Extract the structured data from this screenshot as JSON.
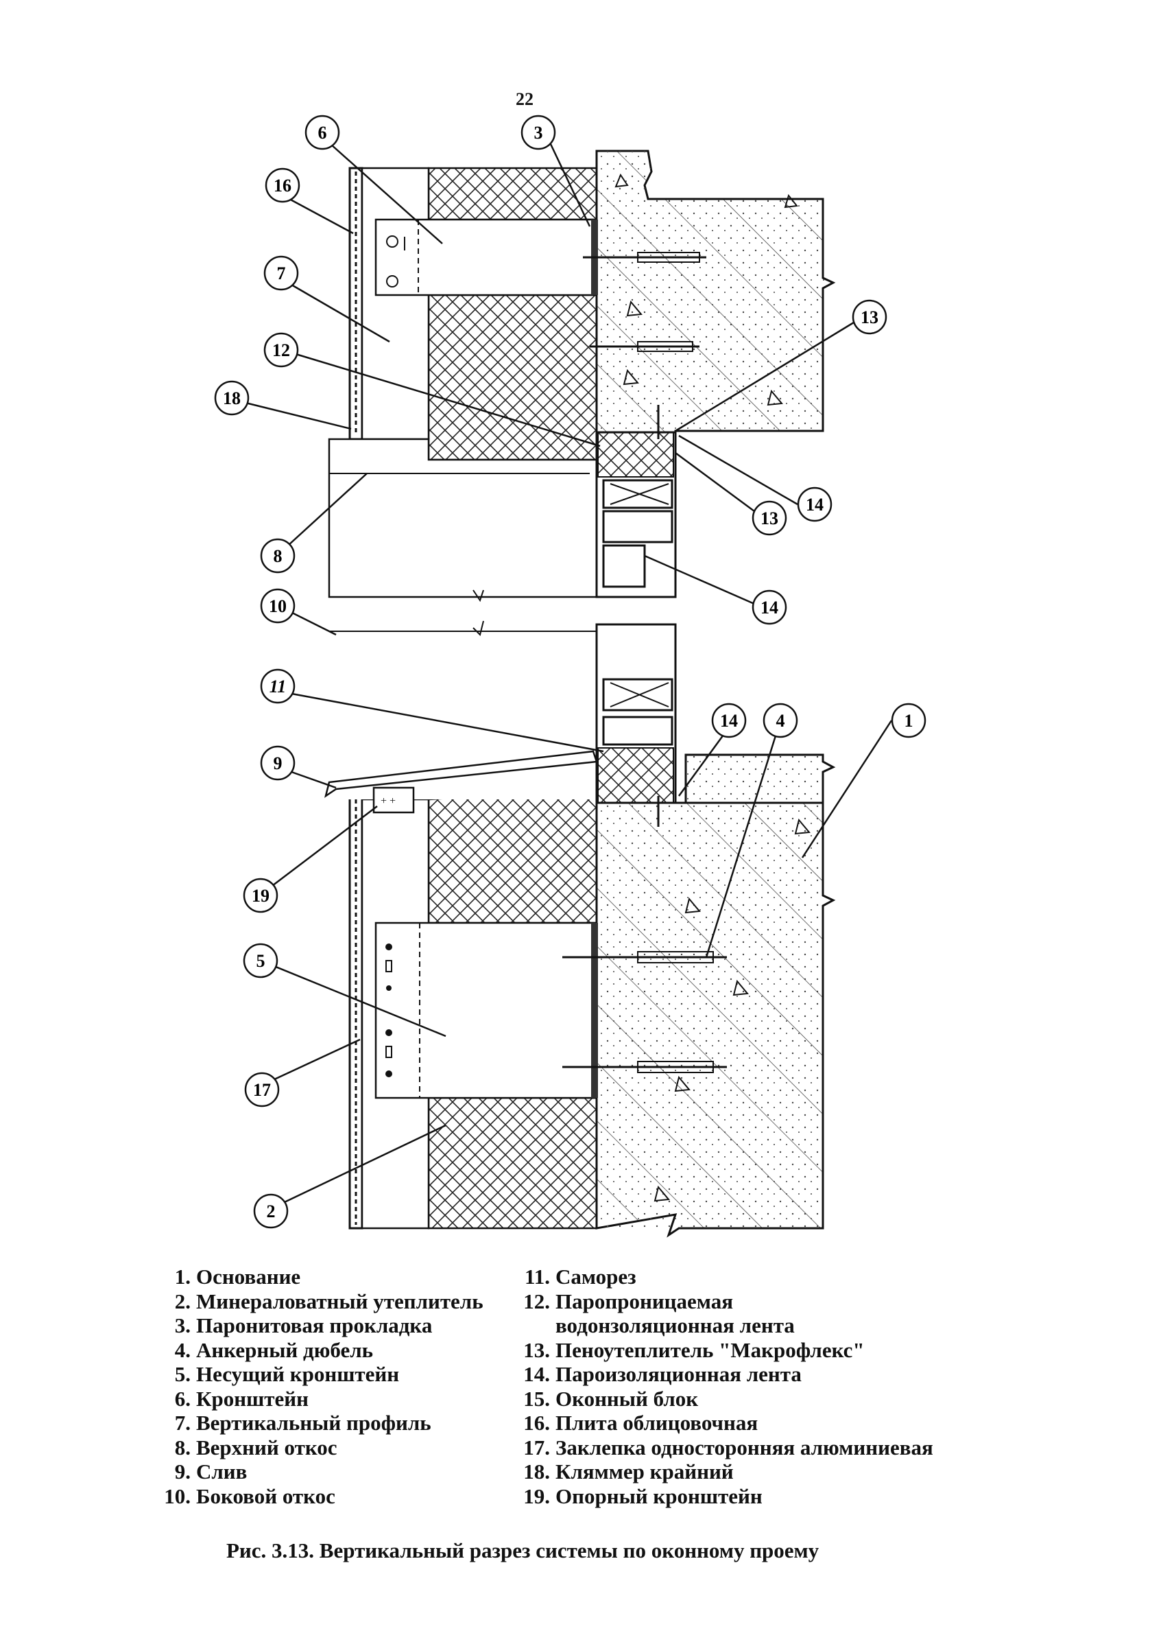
{
  "page_number": "22",
  "callouts": {
    "c1": "1",
    "c2": "2",
    "c3": "3",
    "c4": "4",
    "c5": "5",
    "c6": "6",
    "c7": "7",
    "c8": "8",
    "c9": "9",
    "c10": "10",
    "c11": "11",
    "c12": "12",
    "c13a": "13",
    "c13b": "13",
    "c14a": "14",
    "c14b": "14",
    "c14c": "14",
    "c16": "16",
    "c17": "17",
    "c18": "18",
    "c19": "19"
  },
  "legend_left": [
    {
      "num": "1.",
      "text": "Основание"
    },
    {
      "num": "2.",
      "text": "Минераловатный утеплитель"
    },
    {
      "num": "3.",
      "text": "Паронитовая прокладка"
    },
    {
      "num": "4.",
      "text": "Анкерный дюбель"
    },
    {
      "num": "5.",
      "text": "Несущий кронштейн"
    },
    {
      "num": "6.",
      "text": "Кронштейн"
    },
    {
      "num": "7.",
      "text": "Вертикальный профиль"
    },
    {
      "num": "8.",
      "text": "Верхний откос"
    },
    {
      "num": "9.",
      "text": "Слив"
    },
    {
      "num": "10.",
      "text": "Боковой откос"
    }
  ],
  "legend_right": [
    {
      "num": "11.",
      "text": "Саморез"
    },
    {
      "num": "12.",
      "text": "Паропроницаемая"
    },
    {
      "num": "",
      "text": "водонзоляционная лента"
    },
    {
      "num": "13.",
      "text": "Пеноутеплитель \"Макрофлекс\""
    },
    {
      "num": "14.",
      "text": "Пароизоляционная лента"
    },
    {
      "num": "15.",
      "text": "Оконный блок"
    },
    {
      "num": "16.",
      "text": "Плита облицовочная"
    },
    {
      "num": "17.",
      "text": "Заклепка односторонняя алюминиевая"
    },
    {
      "num": "18.",
      "text": "Кляммер крайний"
    },
    {
      "num": "19.",
      "text": "Опорный кронштейн"
    }
  ],
  "caption": "Рис. 3.13.  Вертикальный разрез системы по оконному проему"
}
